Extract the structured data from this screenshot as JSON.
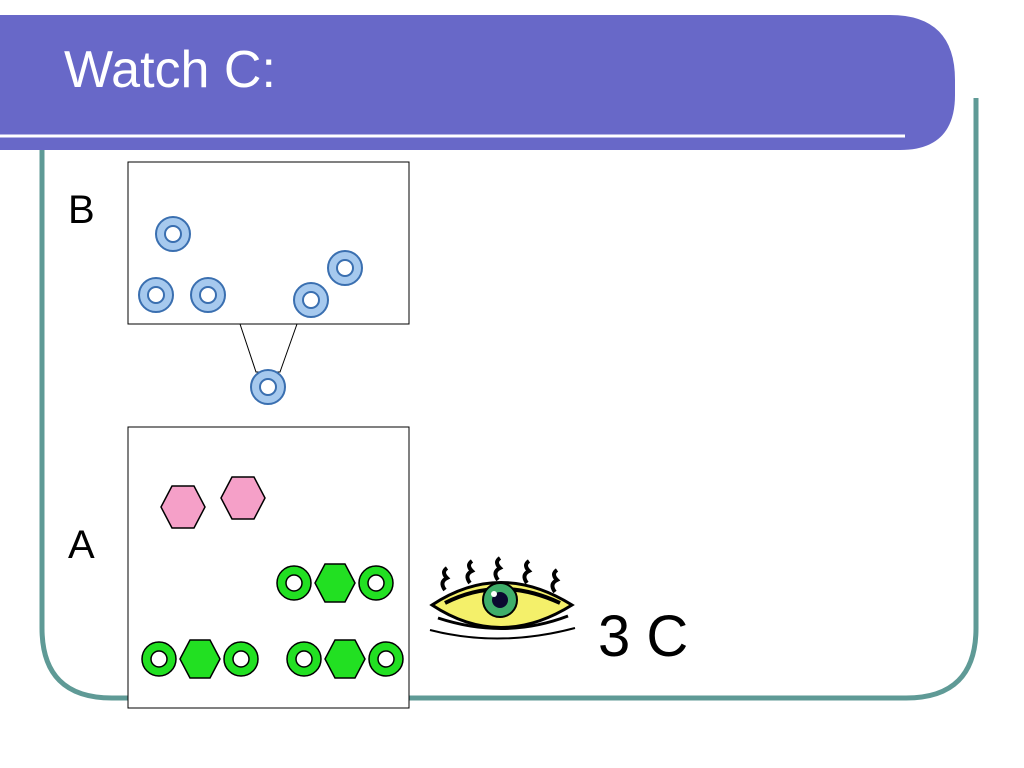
{
  "slide": {
    "title": "Watch C:",
    "box_b_label": "B",
    "box_a_label": "A",
    "observation": "3 C"
  },
  "colors": {
    "header": "#6868c8",
    "frame_border": "#5f9a96",
    "ring_fill": "#a6c9ee",
    "ring_stroke": "#3a6fb0",
    "hexagon_pink": "#f5a0c8",
    "green": "#22e022",
    "eye_yellow": "#f4f06a"
  },
  "icons": {
    "observer": "eye-icon"
  }
}
